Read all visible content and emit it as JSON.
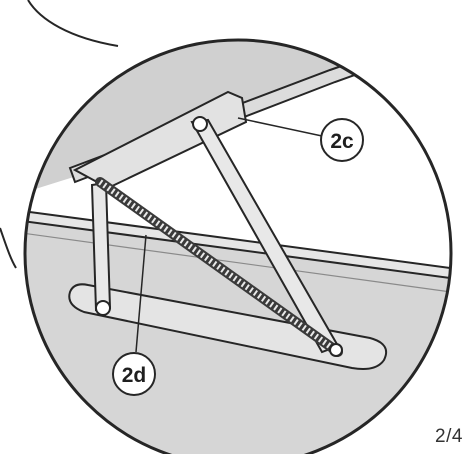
{
  "diagram": {
    "callouts": [
      {
        "id": "2c",
        "label": "2c"
      },
      {
        "id": "2d",
        "label": "2d"
      }
    ],
    "page_number": "2/4",
    "colors": {
      "line": "#262626",
      "panel_shade": "#d4d4d4",
      "lid_shade": "#cfcfcf",
      "bracket_shade": "#e2e2e2",
      "spring": "#3a3a3a",
      "background": "#ffffff"
    }
  }
}
